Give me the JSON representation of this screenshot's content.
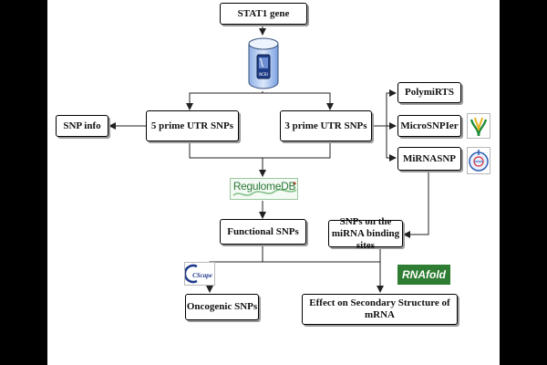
{
  "nodes": {
    "stat1": "STAT1 gene",
    "snp_info": "SNP info",
    "five_prime": "5 prime UTR SNPs",
    "three_prime": "3 prime UTR SNPs",
    "polymirts": "PolymiRTS",
    "microsnpier": "MicroSNPIer",
    "mirnasnp": "MiRNASNP",
    "functional": "Functional SNPs",
    "mirna_sites": "SNPs on the miRNA binding sites",
    "oncogenic": "Oncogenic SNPs",
    "secondary": "Effect on Secondary Structure of mRNA"
  },
  "logos": {
    "ncbi": "NCBI",
    "regulome": "RegulomeDB",
    "rnafold": "RNAfold",
    "cscape": "CScape"
  },
  "colors": {
    "background": "#000000",
    "canvas": "#ffffff",
    "rnafold_green": "#2e7d32",
    "regulome_green": "#2d7a3a",
    "cscape_blue": "#1e3a8a",
    "ncbi_blue": "#1f3c88"
  }
}
